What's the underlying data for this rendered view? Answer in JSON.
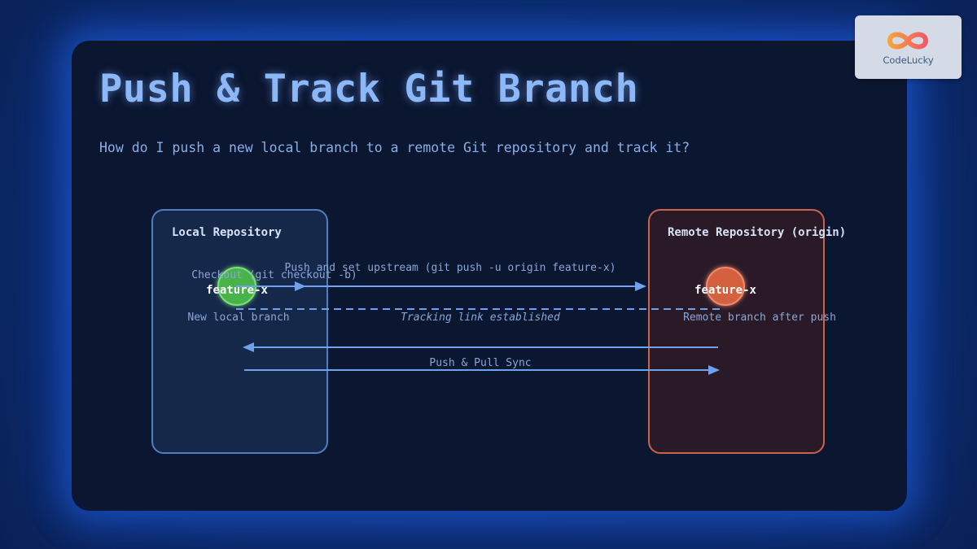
{
  "header": {
    "title": "Push & Track Git Branch",
    "question": "How do I push a new local branch to a remote Git repository and track it?"
  },
  "logo": {
    "text": "CodeLucky",
    "icon": "infinity-logo-icon"
  },
  "diagram": {
    "local_repo": {
      "label": "Local Repository",
      "branch": "feature-x",
      "caption": "New local branch",
      "node_color": "#46b34a",
      "box_color": "#4f7ec0"
    },
    "remote_repo": {
      "label": "Remote Repository (origin)",
      "branch": "feature-x",
      "caption": "Remote branch after push",
      "node_color": "#d4603f",
      "box_color": "#c9634d"
    },
    "edges": {
      "checkout": "Checkout (git checkout -b)",
      "push_upstream": "Push and set upstream (git push -u origin feature-x)",
      "tracking": "Tracking link established",
      "sync": "Push & Pull Sync"
    },
    "colors": {
      "arrow": "#6fa2ec",
      "accent": "#8cb8f8",
      "background": "#0b1630"
    }
  }
}
